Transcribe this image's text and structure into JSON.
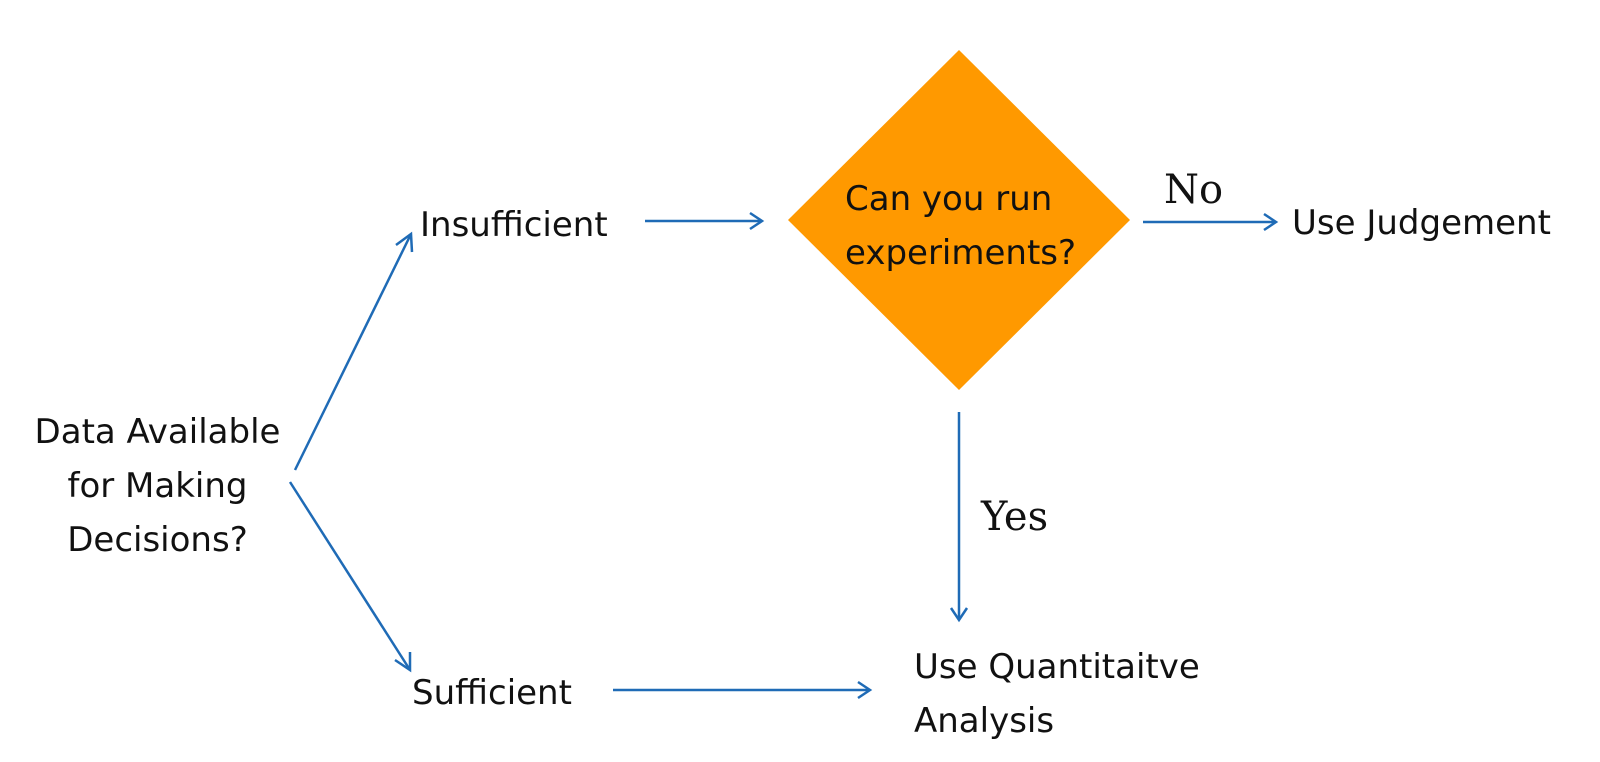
{
  "colors": {
    "arrow": "#1f6bb6",
    "decision_fill": "#ff9900",
    "text": "#111111",
    "background": "#ffffff"
  },
  "nodes": {
    "start": {
      "lines": [
        "Data Available",
        "for Making",
        "Decisions?"
      ]
    },
    "insufficient": {
      "label": "Insufficient"
    },
    "sufficient": {
      "label": "Sufficient"
    },
    "decision": {
      "lines": [
        "Can you run",
        "experiments?"
      ]
    },
    "judgement": {
      "label": "Use Judgement"
    },
    "quantitative": {
      "lines": [
        "Use Quantitaitve",
        "Analysis"
      ]
    }
  },
  "edges": {
    "no_label": "No",
    "yes_label": "Yes"
  }
}
